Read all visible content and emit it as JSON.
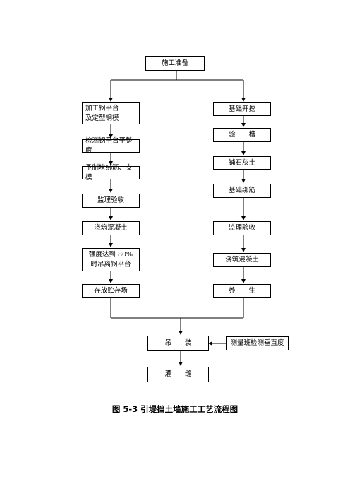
{
  "flowchart": {
    "start": "施工准备",
    "left_column": {
      "steps": [
        "加工钢平台\n及定型钢模",
        "检测钢平台平整度",
        "予制块绑筋、支模",
        "监理验收",
        "浇筑混凝土",
        "强度达到 80%\n时吊离钢平台",
        "存放贮存场"
      ]
    },
    "right_column": {
      "steps": [
        "基础开挖",
        "验　　槽",
        "铺石灰土",
        "基础绑筋",
        "监理验收",
        "浇筑混凝土",
        "养　　生"
      ]
    },
    "merge_step": "吊　　装",
    "side_check": "测量班检测垂直度",
    "final_step": "灌　　缝"
  },
  "caption": "图 5-3 引堤挡土墙施工工艺流程图"
}
